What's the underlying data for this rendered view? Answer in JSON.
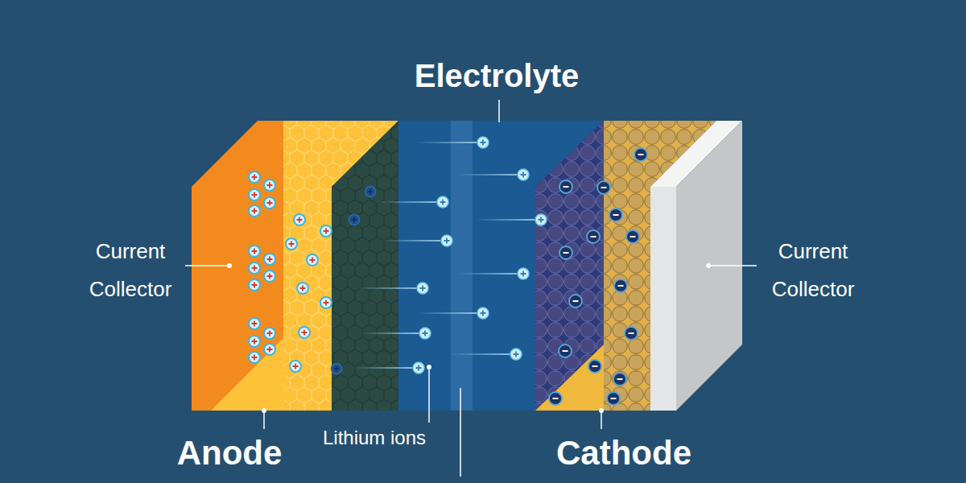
{
  "diagram": {
    "labels": [
      "Electrolyte",
      "Current Collector",
      "Current Collector",
      "Anode",
      "Lithium ions",
      "Cathode"
    ]
  }
}
